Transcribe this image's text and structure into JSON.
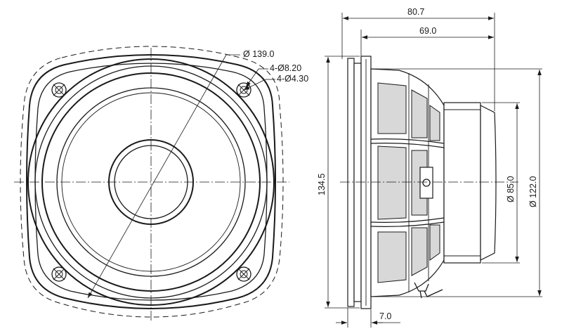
{
  "front_view": {
    "label_outer_diameter": "Ø 139.0",
    "label_mount_holes_large": "4-Ø8.20",
    "label_mount_holes_small": "4-Ø4.30"
  },
  "side_view": {
    "label_total_depth": "80.7",
    "label_depth_to_magnet": "69.0",
    "label_frame_height": "134.5",
    "label_magnet_diameter": "Ø 85.0",
    "label_frame_diameter": "Ø 122.0",
    "label_flange_thickness": "7.0"
  }
}
